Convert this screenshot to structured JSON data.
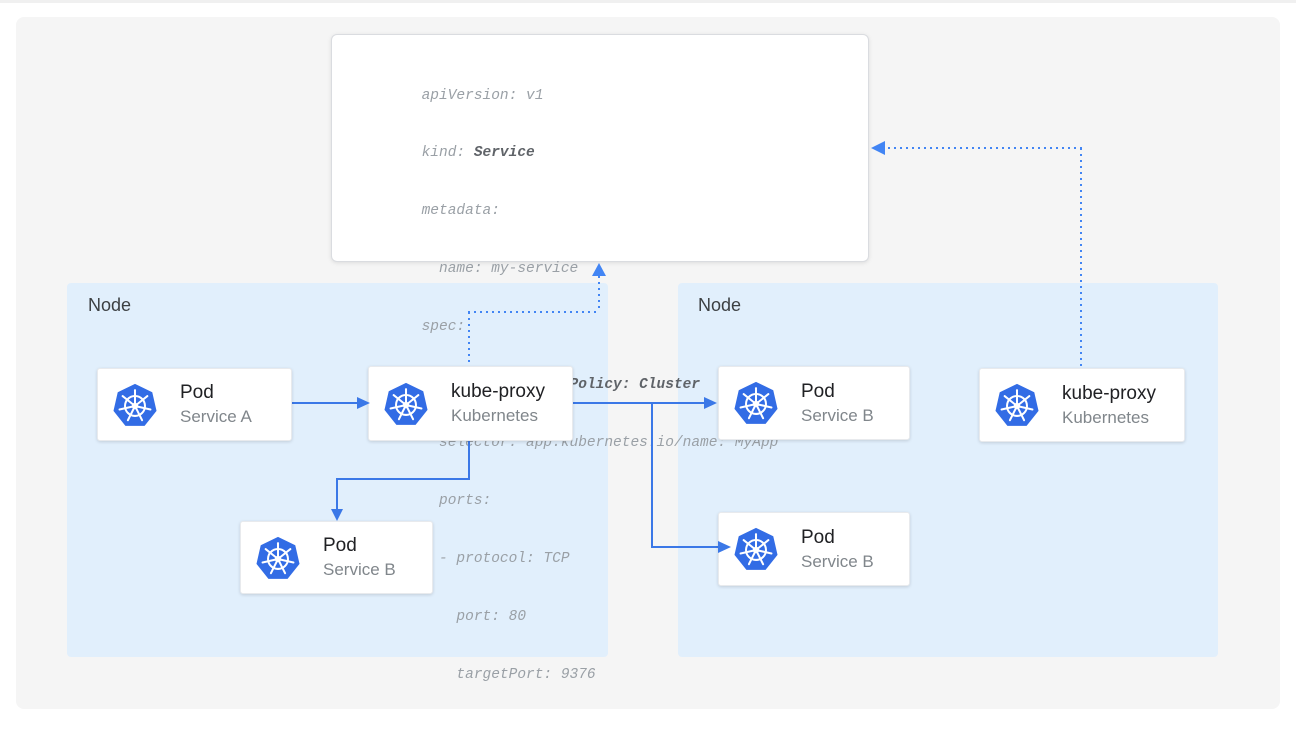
{
  "yaml": {
    "l1": "apiVersion: v1",
    "l2a": "kind: ",
    "l2b": "Service",
    "l3": "metadata:",
    "l4": "  name: my-service",
    "l5": "spec:",
    "l6a": "  ",
    "l6b": "internalTrafficPolicy: Cluster",
    "l7": "  selector: app.kubernetes.io/name: MyApp",
    "l8": "  ports:",
    "l9": "  - protocol: TCP",
    "l10": "    port: 80",
    "l11": "    targetPort: 9376"
  },
  "nodes": {
    "left": {
      "label": "Node"
    },
    "right": {
      "label": "Node"
    }
  },
  "cards": {
    "pod_a": {
      "title": "Pod",
      "subtitle": "Service A"
    },
    "kube_proxy_left": {
      "title": "kube-proxy",
      "subtitle": "Kubernetes"
    },
    "pod_b_left": {
      "title": "Pod",
      "subtitle": "Service B"
    },
    "pod_b_right_top": {
      "title": "Pod",
      "subtitle": "Service B"
    },
    "pod_b_right_bot": {
      "title": "Pod",
      "subtitle": "Service B"
    },
    "kube_proxy_right": {
      "title": "kube-proxy",
      "subtitle": "Kubernetes"
    }
  },
  "icons": {
    "kubernetes": "kubernetes-wheel-icon"
  },
  "colors": {
    "arrow_solid_blue": "#3b78e7",
    "arrow_dotted_blue": "#4285f4",
    "kubernetes_blue": "#326ce5",
    "node_panel_bg": "#e1effc",
    "page_panel_bg": "#f5f5f5",
    "yaml_text": "#9aa0a6",
    "yaml_bold_text": "#5f6368"
  }
}
